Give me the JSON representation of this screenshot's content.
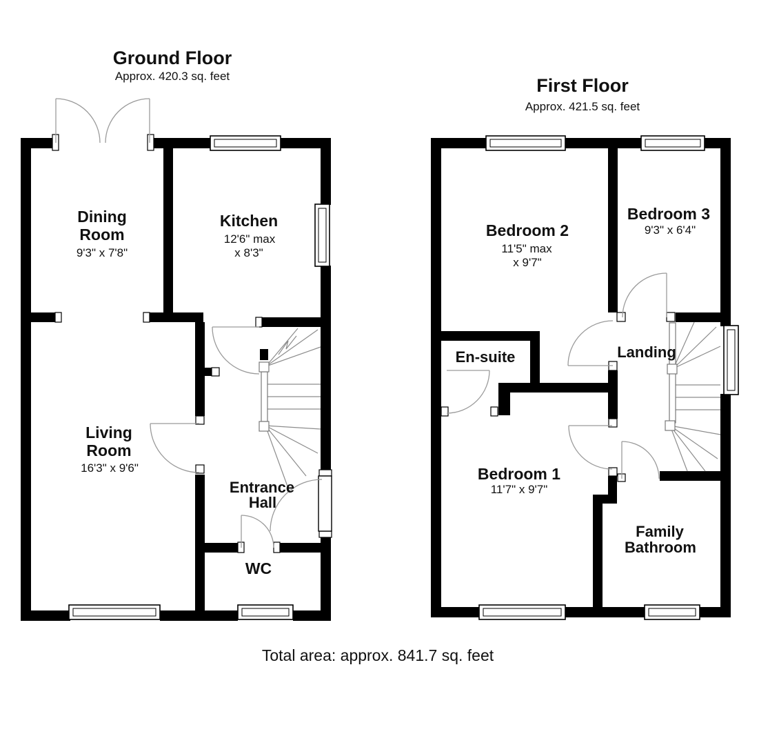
{
  "page": {
    "background": "#ffffff"
  },
  "colors": {
    "wall": "#000000",
    "door_line": "#9a9a9a",
    "stair_line": "#8c8c8c",
    "text": "#111111"
  },
  "floors": [
    {
      "title": "Ground Floor",
      "area_note": "Approx. 420.3 sq. feet",
      "rooms": [
        {
          "id": "dining-room",
          "lines": [
            "Dining",
            "Room"
          ],
          "dims": [
            "9'3\" x 7'8\""
          ]
        },
        {
          "id": "kitchen",
          "lines": [
            "Kitchen"
          ],
          "dims": [
            "12'6\" max",
            "x 8'3\""
          ]
        },
        {
          "id": "living-room",
          "lines": [
            "Living",
            "Room"
          ],
          "dims": [
            "16'3\" x 9'6\""
          ]
        },
        {
          "id": "entrance-hall",
          "lines": [
            "Entrance",
            "Hall"
          ],
          "dims": []
        },
        {
          "id": "wc",
          "lines": [
            "WC"
          ],
          "dims": []
        }
      ]
    },
    {
      "title": "First Floor",
      "area_note": "Approx. 421.5 sq. feet",
      "rooms": [
        {
          "id": "bedroom-2",
          "lines": [
            "Bedroom 2"
          ],
          "dims": [
            "11'5\" max",
            "x 9'7\""
          ]
        },
        {
          "id": "bedroom-3",
          "lines": [
            "Bedroom 3"
          ],
          "dims": [
            "9'3\" x 6'4\""
          ]
        },
        {
          "id": "en-suite",
          "lines": [
            "En-suite"
          ],
          "dims": []
        },
        {
          "id": "landing",
          "lines": [
            "Landing"
          ],
          "dims": []
        },
        {
          "id": "bedroom-1",
          "lines": [
            "Bedroom 1"
          ],
          "dims": [
            "11'7\" x 9'7\""
          ]
        },
        {
          "id": "family-bathroom",
          "lines": [
            "Family",
            "Bathroom"
          ],
          "dims": []
        }
      ]
    }
  ],
  "total_area": "Total area: approx. 841.7 sq. feet"
}
